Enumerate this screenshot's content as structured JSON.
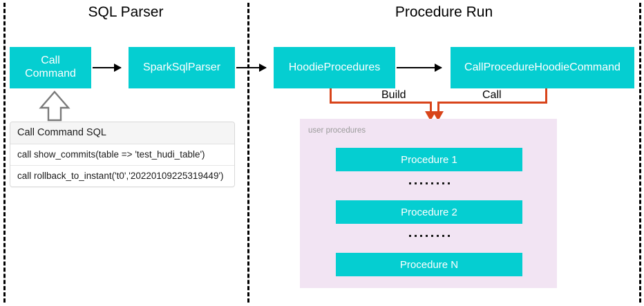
{
  "sections": [
    {
      "id": "sql-parser",
      "title": "SQL Parser"
    },
    {
      "id": "procedure-run",
      "title": "Procedure Run"
    }
  ],
  "nodes": {
    "call_command": "Call\nCommand",
    "spark_sql_parser": "SparkSqlParser",
    "hoodie_procedures": "HoodieProcedures",
    "call_procedure_hoodie_command": "CallProcedureHoodieCommand"
  },
  "edges": {
    "build_label": "Build",
    "call_label": "Call"
  },
  "sql_table": {
    "header": "Call Command SQL",
    "rows": [
      "call show_commits(table => 'test_hudi_table')",
      "call rollback_to_instant('t0','20220109225319449')"
    ]
  },
  "procedures_panel": {
    "caption": "user procedures",
    "items": [
      "Procedure 1",
      "Procedure 2",
      "Procedure N"
    ],
    "ellipsis_dot_count": 8
  },
  "colors": {
    "node_fill": "#05CED1",
    "node_text": "#FFFFFF",
    "panel_fill": "#F2E4F3",
    "connector_orange": "#D8441A",
    "arrow_black": "#000000",
    "caption_gray": "#9B9B9B",
    "divider_black": "#000000",
    "table_header_fill": "#F5F5F5"
  }
}
